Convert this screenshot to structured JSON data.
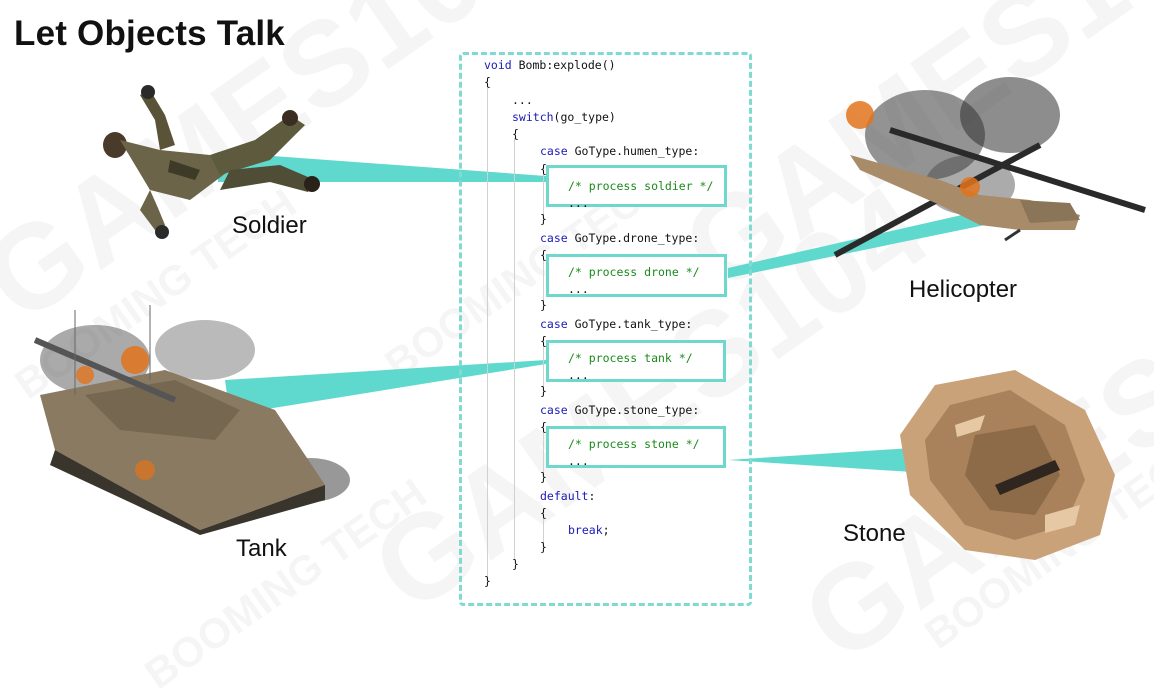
{
  "title": "Let Objects Talk",
  "watermark": {
    "big": "GAMES104",
    "small": "BOOMING TECH"
  },
  "labels": {
    "soldier": "Soldier",
    "helicopter": "Helicopter",
    "tank": "Tank",
    "stone": "Stone"
  },
  "code": {
    "line1_type": "void",
    "line1_rest": " Bomb:explode()",
    "open_brace": "{",
    "ellipsis": "...",
    "switch_kw": "switch",
    "switch_rest": "(go_type)",
    "case_kw": "case",
    "case_humen": " GoType.humen_type:",
    "case_drone": " GoType.drone_type:",
    "case_tank": " GoType.tank_type:",
    "case_stone": " GoType.stone_type:",
    "comment_soldier": "/* process soldier */",
    "comment_drone": "/* process drone */",
    "comment_tank": "/* process tank */",
    "comment_stone": "/* process stone */",
    "default_kw": "default",
    "colon": ":",
    "break_kw": "break",
    "semicolon": ";",
    "close_brace": "}"
  },
  "colors": {
    "accent": "#6fd8cc",
    "beam": "#5fd9cd",
    "keyword": "#1a1ab8",
    "comment": "#1a8a1a"
  }
}
